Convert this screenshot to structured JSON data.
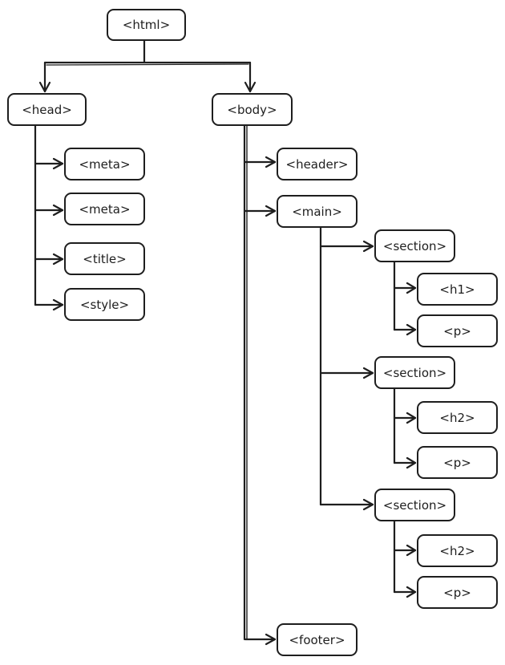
{
  "tree": {
    "root": "<html>",
    "head": {
      "label": "<head>",
      "children": [
        "<meta>",
        "<meta>",
        "<title>",
        "<style>"
      ]
    },
    "body": {
      "label": "<body>",
      "header": "<header>",
      "main": "<main>",
      "sections": [
        {
          "label": "<section>",
          "heading": "<h1>",
          "paragraph": "<p>"
        },
        {
          "label": "<section>",
          "heading": "<h2>",
          "paragraph": "<p>"
        },
        {
          "label": "<section>",
          "heading": "<h2>",
          "paragraph": "<p>"
        }
      ],
      "footer": "<footer>"
    }
  },
  "colors": {
    "stroke": "#1e1e1e",
    "background": "#ffffff"
  }
}
